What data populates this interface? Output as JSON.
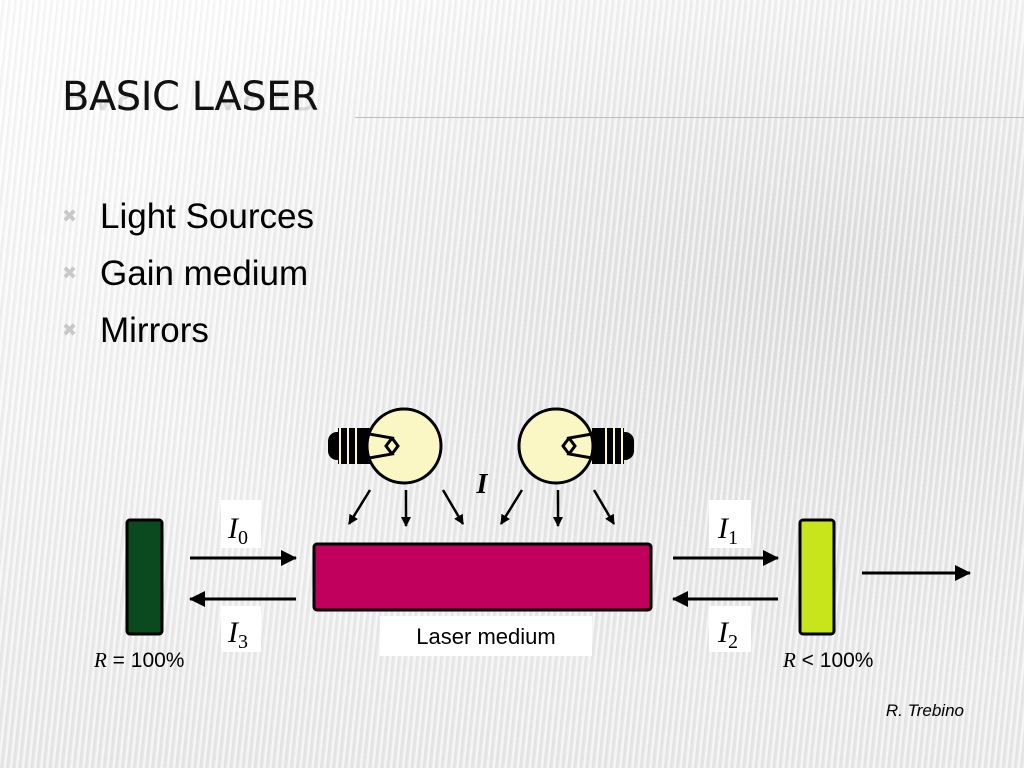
{
  "slide": {
    "title": "BASIC LASER",
    "bullets": [
      {
        "icon": "x-bullet-icon",
        "text": "Light Sources"
      },
      {
        "icon": "x-bullet-icon",
        "text": "Gain medium"
      },
      {
        "icon": "x-bullet-icon",
        "text": "Mirrors"
      }
    ]
  },
  "diagram": {
    "intensity_label": "I",
    "labels": {
      "I0": {
        "main": "I",
        "sub": "0"
      },
      "I1": {
        "main": "I",
        "sub": "1"
      },
      "I2": {
        "main": "I",
        "sub": "2"
      },
      "I3": {
        "main": "I",
        "sub": "3"
      }
    },
    "medium_label": "Laser medium",
    "left_mirror": {
      "r": "R",
      "rest": " = 100%"
    },
    "right_mirror": {
      "r": "R",
      "rest": " < 100%"
    },
    "credit": "R. Trebino",
    "colors": {
      "left_mirror": "#0b4a1e",
      "right_mirror": "#c8e41a",
      "medium": "#c0005c",
      "bulb": "#fbf7c4"
    }
  }
}
